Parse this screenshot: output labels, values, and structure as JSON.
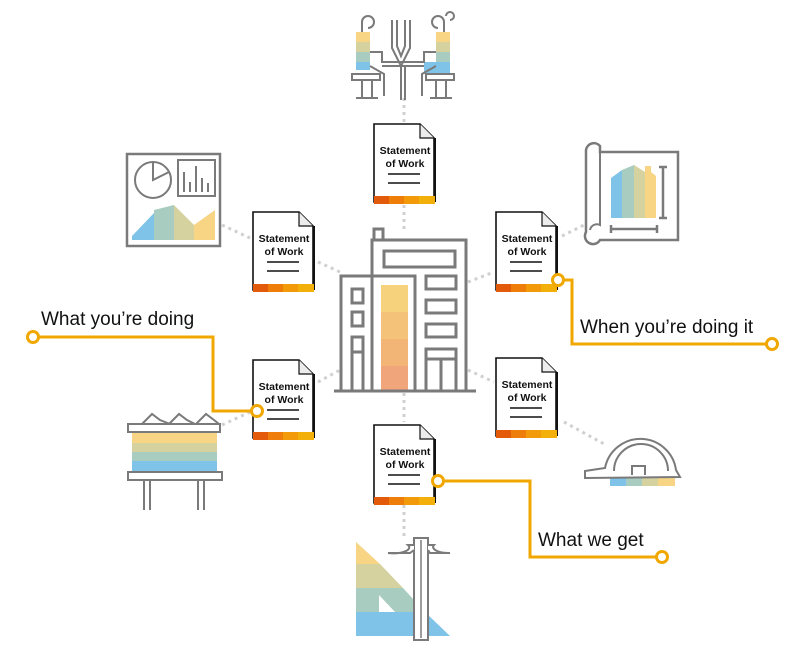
{
  "diagram": {
    "center": {
      "name": "office-building"
    },
    "document_label_line1": "Statement",
    "document_label_line2": "of Work",
    "documents": [
      {
        "id": "top",
        "line1": "Statement",
        "line2": "of Work"
      },
      {
        "id": "upper-left",
        "line1": "Statement",
        "line2": "of Work"
      },
      {
        "id": "upper-right",
        "line1": "Statement",
        "line2": "of Work"
      },
      {
        "id": "lower-left",
        "line1": "Statement",
        "line2": "of Work"
      },
      {
        "id": "lower-right",
        "line1": "Statement",
        "line2": "of Work"
      },
      {
        "id": "bottom",
        "line1": "Statement",
        "line2": "of Work"
      }
    ],
    "icons": [
      "meeting-people-icon",
      "analytics-dashboard-icon",
      "blueprint-house-icon",
      "billboard-icon",
      "hard-hat-icon",
      "drafting-tools-icon"
    ],
    "callouts": [
      {
        "id": "what-doing",
        "text": "What you’re doing"
      },
      {
        "id": "when-doing",
        "text": "When you’re doing it"
      },
      {
        "id": "what-get",
        "text": "What we get"
      }
    ]
  },
  "colors": {
    "accent": "#f0a800",
    "outline": "#7a7a7a",
    "dots": "#d0d0d0",
    "doc_stripe": [
      "#e35a0a",
      "#ee7d0a",
      "#f39a0a",
      "#f4b00a"
    ],
    "palette": [
      "#7fc4e8",
      "#a9ccc0",
      "#d5d2a0",
      "#f7d584"
    ],
    "building_bar": [
      "#f6d27c",
      "#f4c278",
      "#f2b576",
      "#f0a67a"
    ]
  }
}
